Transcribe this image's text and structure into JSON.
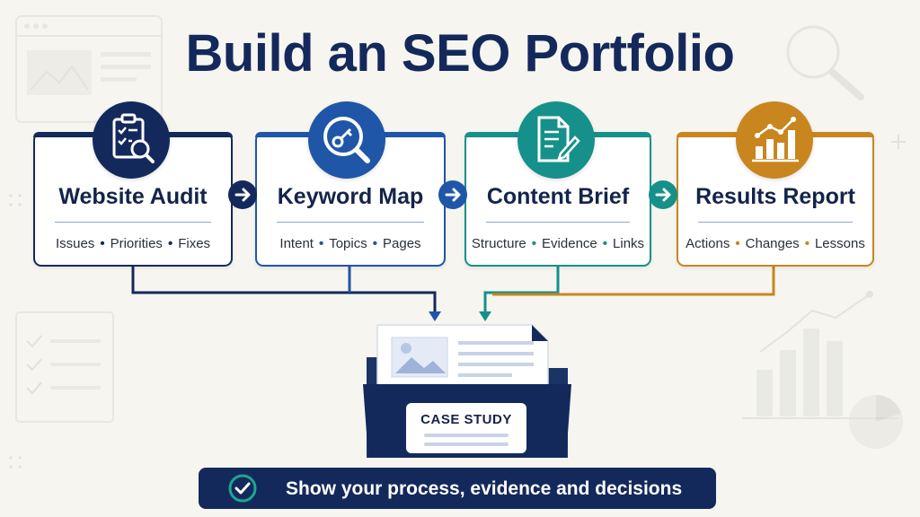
{
  "title": "Build an SEO Portfolio",
  "steps": [
    {
      "title": "Website Audit",
      "items": [
        "Issues",
        "Priorities",
        "Fixes"
      ],
      "icon": "clipboard-magnifier-icon",
      "color": "#14295b"
    },
    {
      "title": "Keyword Map",
      "items": [
        "Intent",
        "Topics",
        "Pages"
      ],
      "icon": "magnifier-key-icon",
      "color": "#1f56a8"
    },
    {
      "title": "Content Brief",
      "items": [
        "Structure",
        "Evidence",
        "Links"
      ],
      "icon": "document-pencil-icon",
      "color": "#16908a"
    },
    {
      "title": "Results Report",
      "items": [
        "Actions",
        "Changes",
        "Lessons"
      ],
      "icon": "bar-chart-trend-icon",
      "color": "#c9861e"
    }
  ],
  "folder": {
    "label": "CASE STUDY",
    "icon": "image-icon"
  },
  "banner": {
    "text": "Show your process, evidence and decisions",
    "icon": "check-circle-icon"
  },
  "colors": {
    "navy": "#14295b",
    "blue": "#1f56a8",
    "teal": "#16908a",
    "gold": "#c9861e",
    "background": "#f6f5f0"
  }
}
